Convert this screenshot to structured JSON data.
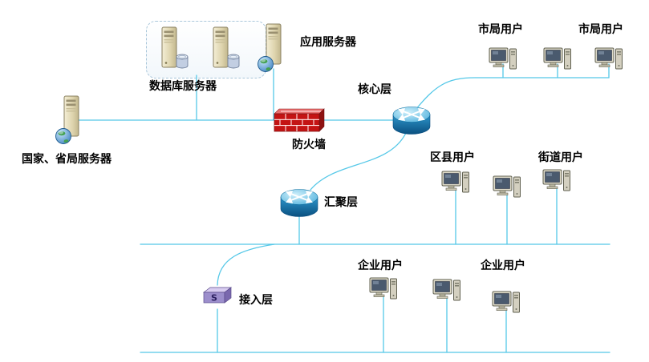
{
  "diagram": {
    "type": "network-topology",
    "colors": {
      "connection": "#55C8E8",
      "firewall_brick": "#C41414",
      "switch_body": "#9C8ECC"
    },
    "nodes": {
      "national_server": {
        "label": "国家、省局服务器",
        "icon": "server-globe-icon"
      },
      "database_servers": {
        "label": "数据库服务器",
        "icon": "server-database-icon",
        "count": 2
      },
      "app_server": {
        "label": "应用服务器",
        "icon": "server-globe-icon"
      },
      "firewall": {
        "label": "防火墙",
        "icon": "firewall-icon"
      },
      "core_layer": {
        "label": "核心层",
        "icon": "router-icon"
      },
      "aggregation_layer": {
        "label": "汇聚层",
        "icon": "router-icon"
      },
      "access_layer": {
        "label": "接入层",
        "icon": "switch-icon",
        "glyph": "S"
      },
      "city_users_left": {
        "label": "市局用户",
        "icon": "pc-icon"
      },
      "city_users_right": {
        "label": "市局用户",
        "icon": "pc-icon"
      },
      "district_users": {
        "label": "区县用户",
        "icon": "pc-icon"
      },
      "street_users": {
        "label": "街道用户",
        "icon": "pc-icon"
      },
      "enterprise_users_left": {
        "label": "企业用户",
        "icon": "pc-icon"
      },
      "enterprise_users_right": {
        "label": "企业用户",
        "icon": "pc-icon"
      }
    }
  }
}
